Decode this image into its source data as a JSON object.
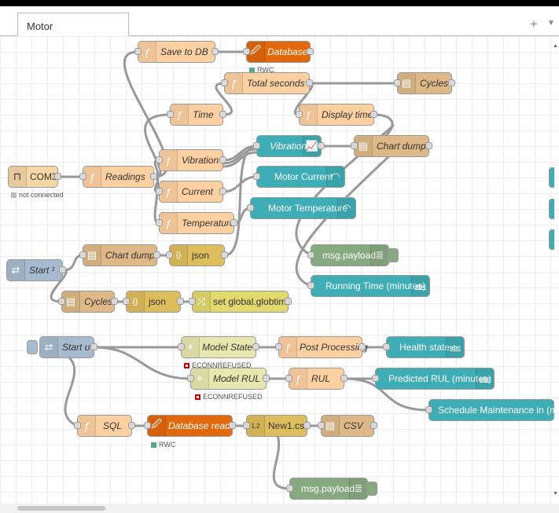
{
  "tabs": [
    {
      "label": "Motor"
    }
  ],
  "colors": {
    "function": "#FDD0A2",
    "ui": "#3FADB5",
    "uiLight": "#8ED7DD",
    "database": "#E2680B",
    "file": "#DEB887",
    "json": "#DEBD5C",
    "change": "#E2D96E",
    "inject": "#A6BBCF",
    "debug": "#87A980",
    "serial": "#F6D6A6",
    "http": "#E7E7AE"
  },
  "nodes": {
    "save_to_db": {
      "label": "Save to DB",
      "icon": "function-icon"
    },
    "database": {
      "label": "Database",
      "icon": "database-icon",
      "status": "RWC"
    },
    "total_seconds": {
      "label": "Total seconds",
      "icon": "function-icon"
    },
    "cycles_file": {
      "label": "Cycles",
      "icon": "file-icon"
    },
    "time": {
      "label": "Time",
      "icon": "function-icon"
    },
    "display_time": {
      "label": "Display time",
      "icon": "function-icon"
    },
    "com3": {
      "label": "COM3",
      "icon": "serial-port-icon",
      "status": "not connected"
    },
    "readings": {
      "label": "Readings",
      "icon": "function-icon"
    },
    "vibration_fn": {
      "label": "Vibration",
      "icon": "function-icon"
    },
    "vibration_chart": {
      "label": "Vibration",
      "icon": "chart-icon"
    },
    "chart_dump_write": {
      "label": "Chart dump",
      "icon": "file-icon"
    },
    "current_fn": {
      "label": "Current",
      "icon": "function-icon"
    },
    "motor_current": {
      "label": "Motor Current",
      "icon": "gauge-icon"
    },
    "temperature_fn": {
      "label": "Temperature",
      "icon": "function-icon"
    },
    "motor_temperature": {
      "label": "Motor Temperature",
      "icon": "gauge-icon"
    },
    "start1": {
      "label": "Start ¹",
      "icon": "inject-icon"
    },
    "chart_dump_read": {
      "label": "Chart dump",
      "icon": "file-icon"
    },
    "json1": {
      "label": "json",
      "icon": "json-icon"
    },
    "msg_payload1": {
      "label": "msg.payload",
      "icon": "debug-icon"
    },
    "running_time": {
      "label": "Running Time (minutes)",
      "icon": "text-icon",
      "badge": "abc"
    },
    "cycles_read": {
      "label": "Cycles",
      "icon": "file-icon"
    },
    "json2": {
      "label": "json",
      "icon": "json-icon"
    },
    "set_global": {
      "label": "set global.globtime",
      "icon": "change-icon"
    },
    "start_u": {
      "label": "Start ʊ",
      "icon": "inject-icon"
    },
    "model_state": {
      "label": "Model State",
      "icon": "http-request-icon",
      "status": "ECONNREFUSED"
    },
    "post_processing": {
      "label": "Post Processing",
      "icon": "function-icon"
    },
    "health_state": {
      "label": "Health state",
      "icon": "text-icon",
      "badge": "abc"
    },
    "model_rul": {
      "label": "Model RUL",
      "icon": "http-request-icon",
      "status": "ECONNREFUSED"
    },
    "rul": {
      "label": "RUL",
      "icon": "function-icon"
    },
    "predicted_rul": {
      "label": "Predicted RUL (minutes)",
      "icon": "text-icon",
      "badge": "abc"
    },
    "schedule_maintenance": {
      "label": "Schedule Maintenance in (mins)",
      "icon": "text-icon"
    },
    "sql": {
      "label": "SQL",
      "icon": "function-icon"
    },
    "database_read": {
      "label": "Database read",
      "icon": "database-icon",
      "status": "RWC"
    },
    "new1_csv": {
      "label": "New1.csv",
      "icon": "csv-icon",
      "icon_text": "1,2"
    },
    "csv_file": {
      "label": "CSV",
      "icon": "file-icon"
    },
    "msg_payload2": {
      "label": "msg.payload",
      "icon": "debug-icon"
    }
  }
}
